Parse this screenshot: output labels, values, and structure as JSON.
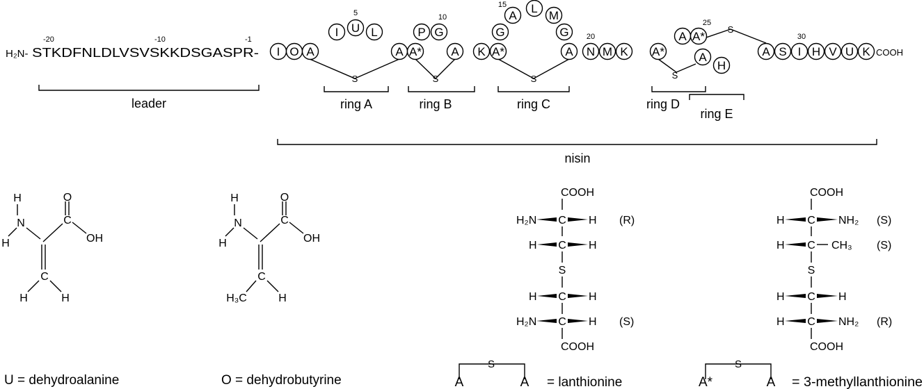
{
  "leader": {
    "n_terminus": "H₂N-",
    "sequence": "STKDFNLDLVSVSKKDSGASPR-",
    "num_m20": "-20",
    "num_m10": "-10",
    "num_m1": "-1",
    "label": "leader"
  },
  "nisin": {
    "residues": {
      "r1": "I",
      "r2": "O",
      "r3": "A",
      "r4": "I",
      "r5": "U",
      "r6": "L",
      "r7": "A",
      "r8": "A*",
      "r9": "P",
      "r10": "G",
      "r11": "A",
      "r12": "K",
      "r13": "A*",
      "r14": "G",
      "r15": "A",
      "r16": "L",
      "r17": "M",
      "r18": "G",
      "r19": "A",
      "r20": "N",
      "r21": "M",
      "r22": "K",
      "r23": "A*",
      "r24": "A",
      "r25": "A*",
      "r26": "A",
      "r27": "H",
      "r28": "A",
      "r29": "S",
      "r30": "I",
      "r31": "H",
      "r32": "V",
      "r33": "U",
      "r34": "K"
    },
    "c_terminus": "COOH",
    "numbers": {
      "n5": "5",
      "n10": "10",
      "n15": "15",
      "n20": "20",
      "n25": "25",
      "n30": "30"
    },
    "sulfur": "S",
    "rings": {
      "a": "ring A",
      "b": "ring B",
      "c": "ring C",
      "d": "ring D",
      "e": "ring E"
    },
    "label": "nisin"
  },
  "structures": {
    "dha": {
      "h": "H",
      "n": "N",
      "o": "O",
      "oh": "OH",
      "c": "C"
    },
    "dhb": {
      "h": "H",
      "n": "N",
      "o": "O",
      "oh": "OH",
      "c": "C",
      "ch3": "H₃C"
    },
    "lan": {
      "cooh_top": "COOH",
      "h2n_1": "H₂N",
      "c": "C",
      "h": "H",
      "r": "(R)",
      "s": "S",
      "h2n_2": "H₂N",
      "s_conf": "(S)",
      "cooh_bot": "COOH"
    },
    "melan": {
      "cooh_top": "COOH",
      "h": "H",
      "c": "C",
      "nh2": "NH₂",
      "s_conf": "(S)",
      "ch3": "CH₃",
      "s": "S",
      "r": "(R)",
      "cooh_bot": "COOH"
    }
  },
  "legend": {
    "u_def": "U = dehydroalanine",
    "o_def": "O = dehydrobutyrine",
    "lan_a1": "A",
    "lan_s": "S",
    "lan_a2": "A",
    "lan_def": "=  lanthionine",
    "melan_a1": "A*",
    "melan_s": "S",
    "melan_a2": "A",
    "melan_def": "=  3-methyllanthionine"
  }
}
